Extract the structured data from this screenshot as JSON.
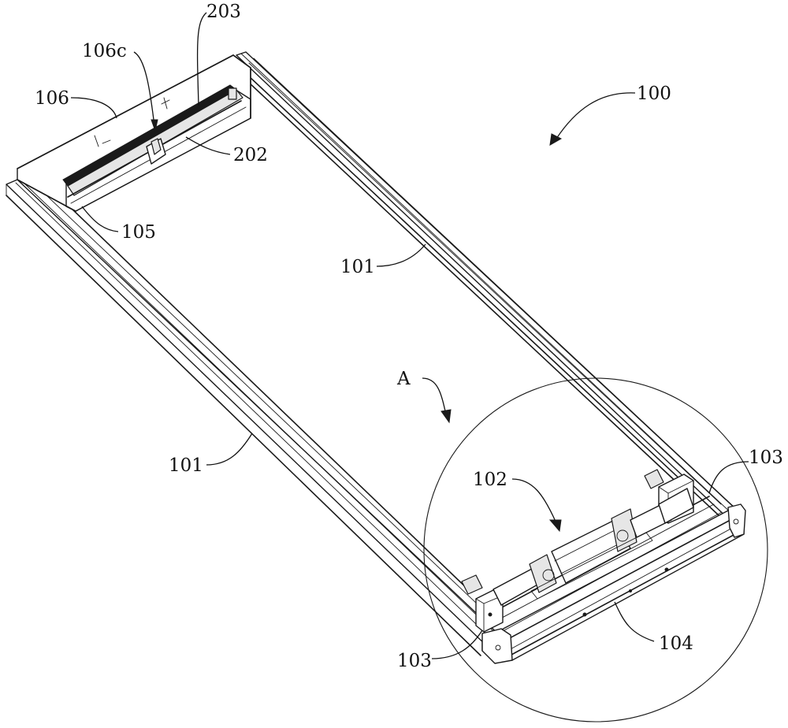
{
  "labels": {
    "assembly": "100",
    "rail_upper": "101",
    "rail_lower": "101",
    "drive_unit": "102",
    "end_block_right": "103",
    "end_block_left": "103",
    "cross_beam": "104",
    "guide_channel": "105",
    "end_cover": "106",
    "slot": "106c",
    "slider": "202",
    "strip": "203",
    "detail_view": "A"
  }
}
